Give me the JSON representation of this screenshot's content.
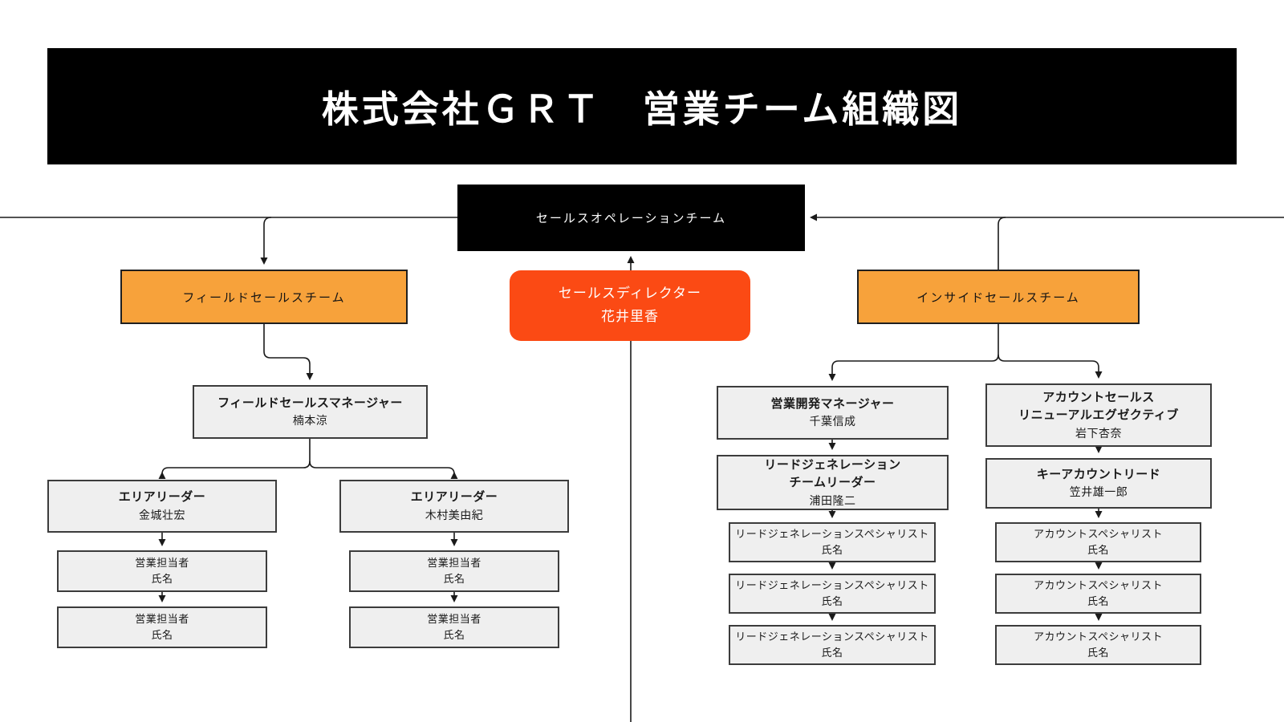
{
  "banner": {
    "text": "株式会社ＧＲＴ　営業チーム組織図"
  },
  "colors": {
    "banner_bg": "#000000",
    "ops_team_bg": "#000000",
    "team_bg": "#f7a23b",
    "director_bg": "#fb4a14",
    "node_bg": "#efefef",
    "node_border": "#3c3c3c",
    "connector": "#1a1a1a"
  },
  "nodes": {
    "ops_team": {
      "label": "セールスオペレーションチーム"
    },
    "director": {
      "title": "セールスディレクター",
      "name": "花井里香"
    },
    "field_team": {
      "label": "フィールドセールスチーム"
    },
    "inside_team": {
      "label": "インサイドセールスチーム"
    },
    "field_manager": {
      "title": "フィールドセールスマネージャー",
      "name": "楠本涼"
    },
    "area_leaders": [
      {
        "title": "エリアリーダー",
        "name": "金城壮宏"
      },
      {
        "title": "エリアリーダー",
        "name": "木村美由紀"
      }
    ],
    "sales_reps": [
      {
        "title": "営業担当者",
        "name": "氏名"
      },
      {
        "title": "営業担当者",
        "name": "氏名"
      },
      {
        "title": "営業担当者",
        "name": "氏名"
      },
      {
        "title": "営業担当者",
        "name": "氏名"
      }
    ],
    "sales_dev_manager": {
      "title": "営業開発マネージャー",
      "name": "千葉信成"
    },
    "account_sales_exec": {
      "title_line1": "アカウントセールス",
      "title_line2": "リニューアルエグゼクティブ",
      "name": "岩下杏奈"
    },
    "lead_gen_leader": {
      "title_line1": "リードジェネレーション",
      "title_line2": "チームリーダー",
      "name": "浦田隆二"
    },
    "key_account_lead": {
      "title": "キーアカウントリード",
      "name": "笠井雄一郎"
    },
    "lead_gen_specialists": [
      {
        "title": "リードジェネレーションスペシャリスト",
        "name": "氏名"
      },
      {
        "title": "リードジェネレーションスペシャリスト",
        "name": "氏名"
      },
      {
        "title": "リードジェネレーションスペシャリスト",
        "name": "氏名"
      }
    ],
    "account_specialists": [
      {
        "title": "アカウントスペシャリスト",
        "name": "氏名"
      },
      {
        "title": "アカウントスペシャリスト",
        "name": "氏名"
      },
      {
        "title": "アカウントスペシャリスト",
        "name": "氏名"
      }
    ]
  }
}
